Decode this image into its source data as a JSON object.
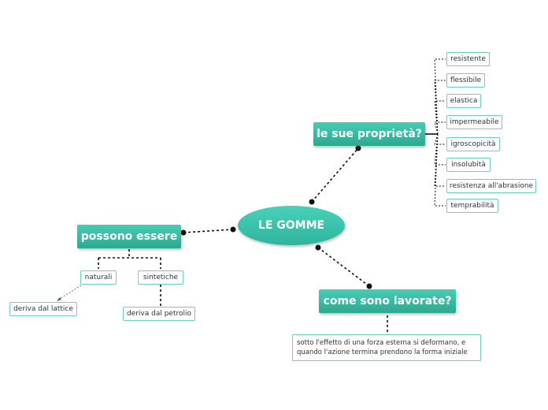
{
  "map": {
    "center": "LE GOMME",
    "branches": {
      "properties": {
        "label": "le sue proprietà?",
        "items": [
          "resistente",
          "flessibile",
          "elastica",
          "impermeabile",
          "igroscopicità",
          "insolubità",
          "resistenza all'abrasione",
          "temprabilità"
        ]
      },
      "types": {
        "label": "possono essere",
        "natural": "naturali",
        "natural_detail": "deriva dal lattice",
        "synthetic": "sintetiche",
        "synthetic_detail": "deriva dal petrolio"
      },
      "processing": {
        "label": "come sono lavorate?",
        "detail": "sotto l'effetto di una forza esterna si deformano, e quando l'azione termina prendono la forma iniziale"
      }
    }
  },
  "colors": {
    "node_fill": "#3cc0a8",
    "leaf_border": "#6ccfbf",
    "connector": "#111111"
  }
}
